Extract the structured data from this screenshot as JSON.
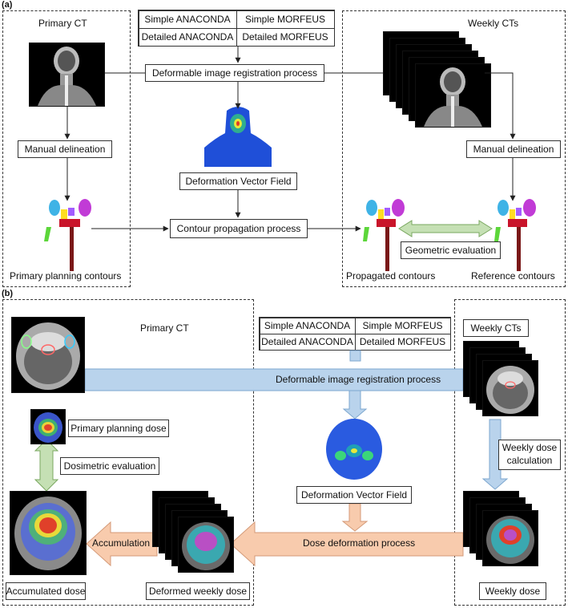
{
  "panel_a": {
    "label": "(a)",
    "left_title": "Primary CT",
    "right_title": "Weekly CTs",
    "methods": [
      "Simple ANACONDA",
      "Simple MORFEUS",
      "Detailed ANACONDA",
      "Detailed MORFEUS"
    ],
    "dir_process": "Deformable image registration process",
    "manual_left": "Manual delineation",
    "manual_right": "Manual delineation",
    "dvf": "Deformation Vector Field",
    "contour_process": "Contour propagation process",
    "geometric": "Geometric evaluation",
    "primary_contours": "Primary planning contours",
    "propagated": "Propagated contours",
    "reference": "Reference contours"
  },
  "panel_b": {
    "label": "(b)",
    "left_title": "Primary CT",
    "right_title": "Weekly CTs",
    "methods": [
      "Simple ANACONDA",
      "Simple MORFEUS",
      "Detailed ANACONDA",
      "Detailed MORFEUS"
    ],
    "dir_process": "Deformable image registration process",
    "primary_dose": "Primary planning dose",
    "dosimetric": "Dosimetric evaluation",
    "dvf": "Deformation Vector Field",
    "weekly_calc": "Weekly dose calculation",
    "dose_deform": "Dose deformation process",
    "accumulation": "Accumulation",
    "accumulated": "Accumulated dose",
    "deformed_weekly": "Deformed weekly dose",
    "weekly_dose": "Weekly dose"
  },
  "colors": {
    "blue_arrow": "#b9d3ec",
    "orange_arrow": "#f8cbad",
    "green_arrow": "#c5e0b4"
  }
}
